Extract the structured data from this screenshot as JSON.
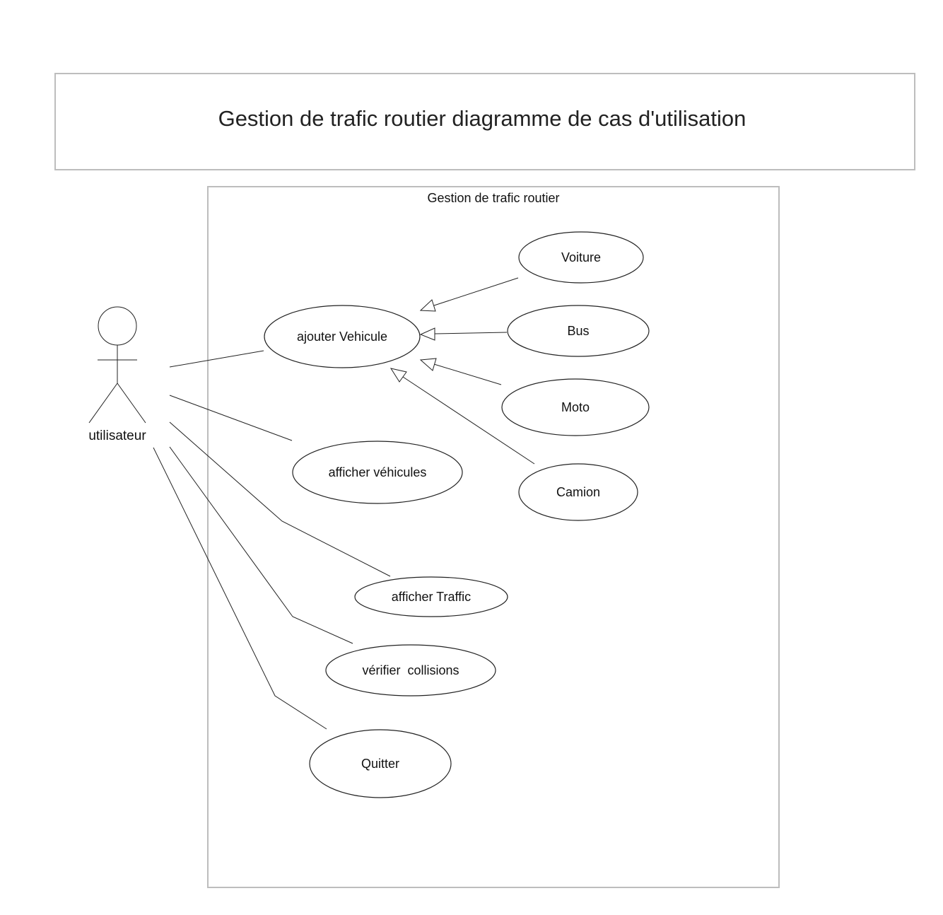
{
  "title": "Gestion de trafic routier diagramme de cas d'utilisation",
  "system": {
    "name": "Gestion de trafic routier"
  },
  "actor": {
    "name": "utilisateur"
  },
  "use_cases": {
    "ajouter": "ajouter Vehicule",
    "afficher_vehicules": "afficher véhicules",
    "afficher_traffic": "afficher Traffic",
    "verifier": "vérifier  collisions",
    "quitter": "Quitter",
    "voiture": "Voiture",
    "bus": "Bus",
    "moto": "Moto",
    "camion": "Camion"
  },
  "relations": [
    {
      "type": "association",
      "from": "utilisateur",
      "to": "ajouter Vehicule"
    },
    {
      "type": "association",
      "from": "utilisateur",
      "to": "afficher véhicules"
    },
    {
      "type": "association",
      "from": "utilisateur",
      "to": "afficher Traffic"
    },
    {
      "type": "association",
      "from": "utilisateur",
      "to": "vérifier  collisions"
    },
    {
      "type": "association",
      "from": "utilisateur",
      "to": "Quitter"
    },
    {
      "type": "generalization",
      "from": "Voiture",
      "to": "ajouter Vehicule"
    },
    {
      "type": "generalization",
      "from": "Bus",
      "to": "ajouter Vehicule"
    },
    {
      "type": "generalization",
      "from": "Moto",
      "to": "ajouter Vehicule"
    },
    {
      "type": "generalization",
      "from": "Camion",
      "to": "ajouter Vehicule"
    }
  ]
}
